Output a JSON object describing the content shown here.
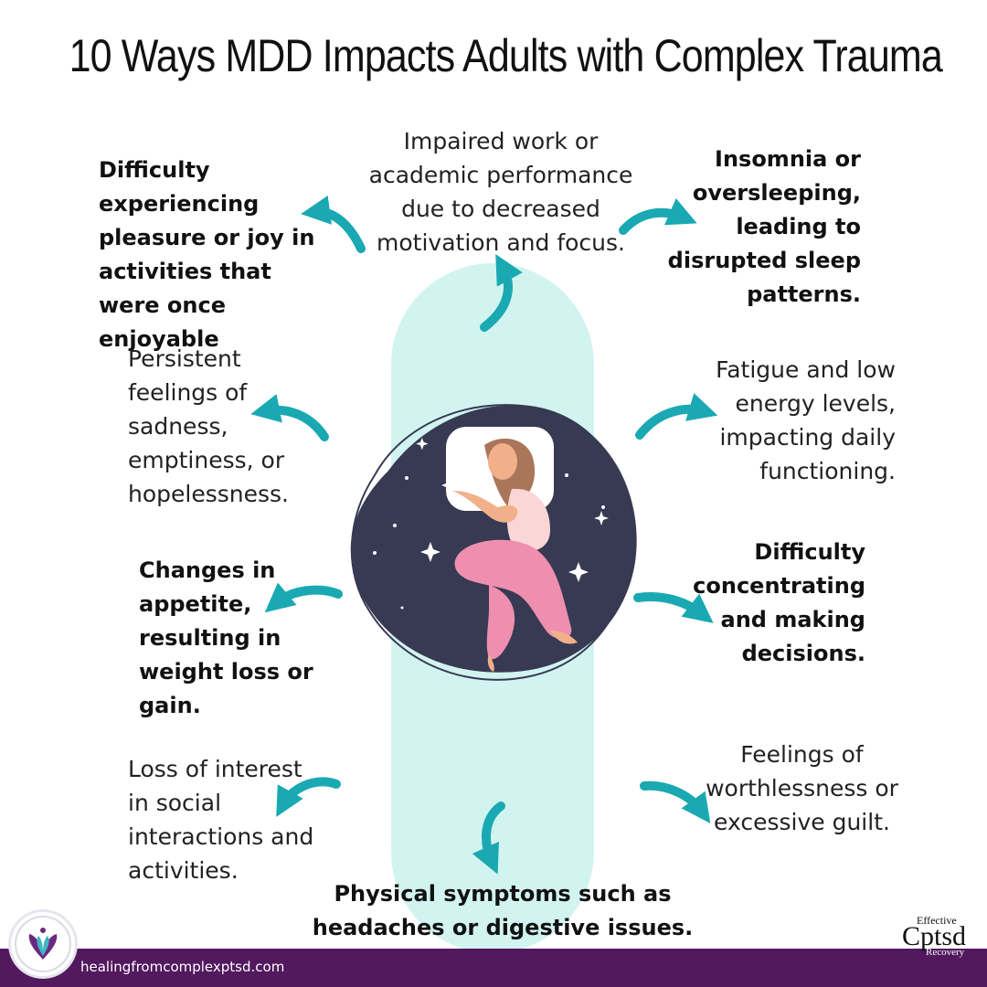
{
  "title": "10 Ways MDD Impacts Adults with Complex Trauma",
  "items": {
    "pleasure": "Difficulty experiencing pleasure or joy in activities that were once enjoyable",
    "work": "Impaired work or academic performance due to decreased motivation and focus.",
    "sleep": "Insomnia or oversleeping, leading to disrupted sleep patterns.",
    "sadness": "Persistent feelings of sadness, emptiness, or hopelessness.",
    "fatigue": "Fatigue and low energy levels, impacting daily functioning.",
    "appetite": "Changes in appetite, resulting in weight loss or gain.",
    "concentration": "Difficulty concentrating and making decisions.",
    "social": "Loss of interest in social interactions and activities.",
    "worthless": "Feelings of worthlessness or excessive guilt.",
    "physical": "Physical symptoms such as headaches or digestive issues."
  },
  "footer": {
    "url": "healingfromcomplexptsd.com"
  },
  "brand": {
    "top": "Effective",
    "main": "Cptsd",
    "bottom": "Recovery"
  },
  "colors": {
    "arrow": "#1aa9b2",
    "pillar": "#d2f4f0",
    "blob": "#373a52",
    "footer": "#52195e"
  }
}
